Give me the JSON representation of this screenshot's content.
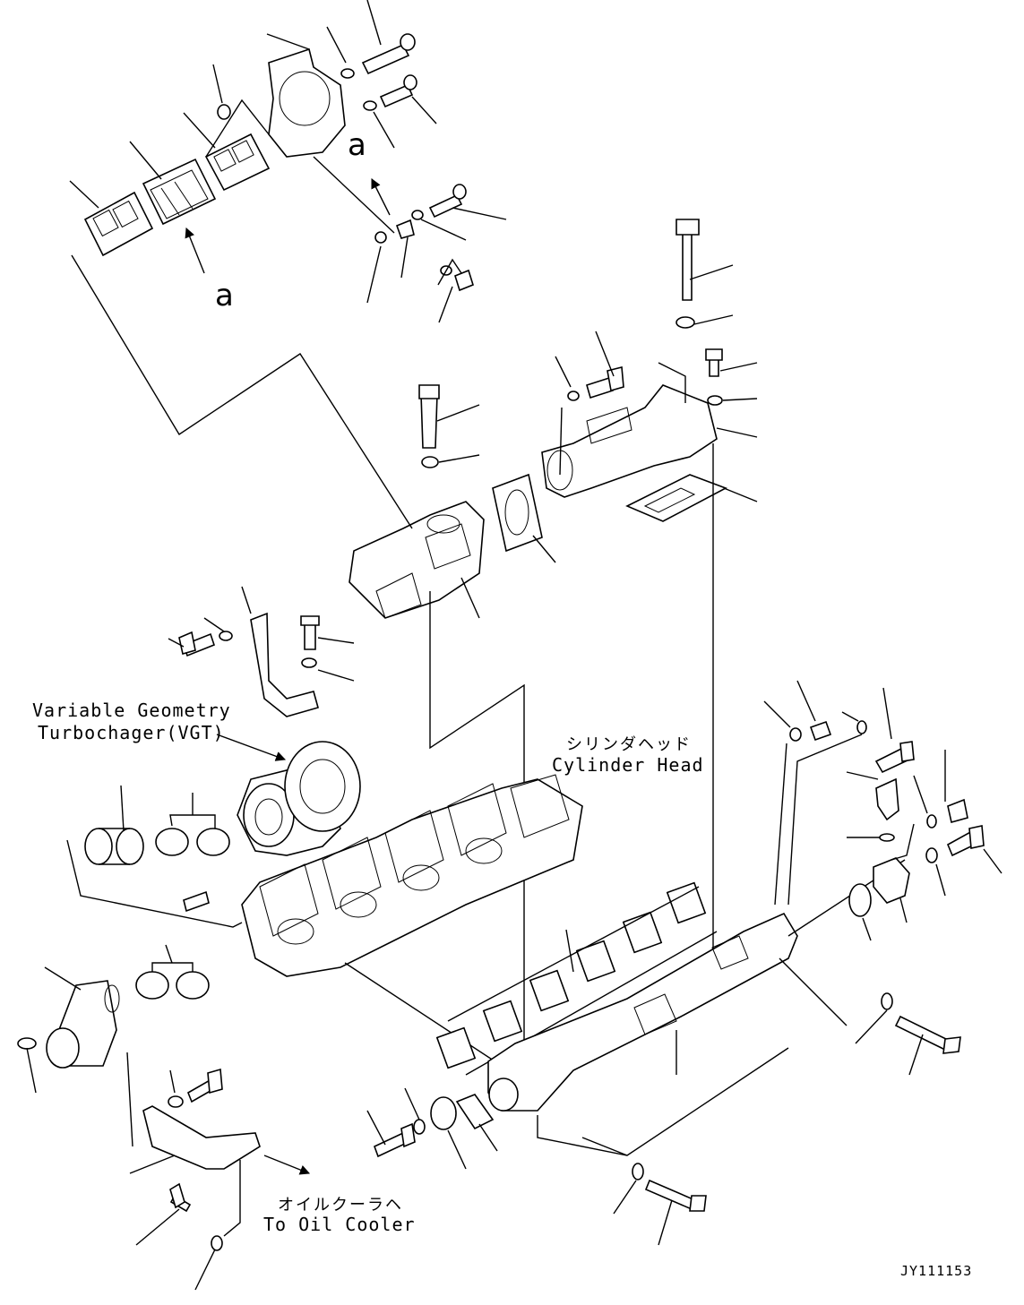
{
  "labels": {
    "vgt_line1": "Variable Geometry",
    "vgt_line2": "Turbochager(VGT)",
    "cyl_head_jp": "シリンダヘッド",
    "cyl_head_en": "Cylinder Head",
    "oil_cooler_jp": "オイルクーラヘ",
    "oil_cooler_en": "To Oil Cooler",
    "view_a_top": "a",
    "view_a_bottom": "a",
    "drawing_code": "JY111153"
  }
}
